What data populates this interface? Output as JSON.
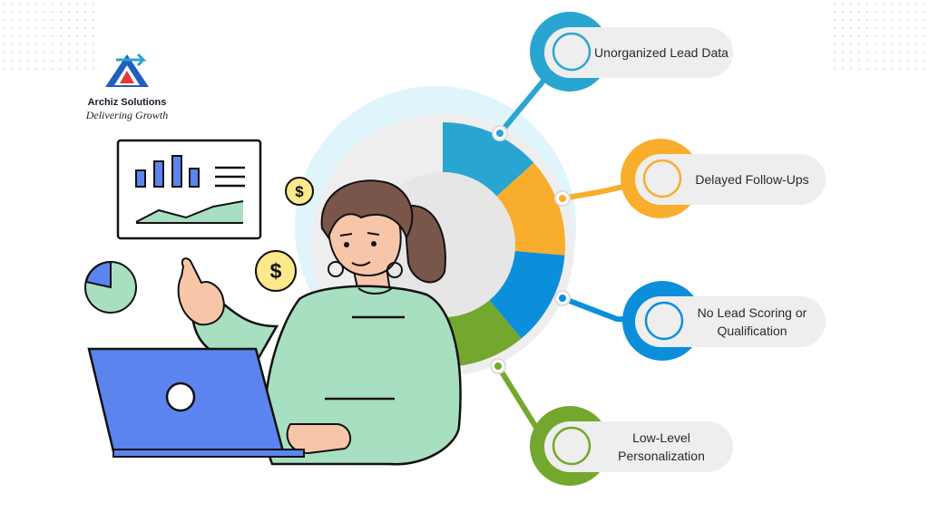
{
  "logo": {
    "name": "Archiz Solutions",
    "tagline": "Delivering Growth"
  },
  "items": [
    {
      "label": "Unorganized Lead Data",
      "color": "#29a5d1"
    },
    {
      "label": "Delayed Follow-Ups",
      "color": "#f8ad2d"
    },
    {
      "label": "No Lead Scoring or Qualification",
      "color": "#0c8fdb"
    },
    {
      "label": "Low-Level Personalization",
      "color": "#73a72e"
    }
  ],
  "colors": {
    "bubble": "#e0f4fb",
    "ring": "#eeeeee",
    "sweater": "#a8dfc1",
    "hair": "#7a554a",
    "laptop": "#5b84ee",
    "coin": "#fde88c",
    "chart_bar": "#5b84ee",
    "chart_area": "#a8dfc1"
  },
  "icons": [
    "dollar-coin-icon",
    "pie-chart-icon",
    "bar-chart-icon",
    "laptop-icon"
  ]
}
